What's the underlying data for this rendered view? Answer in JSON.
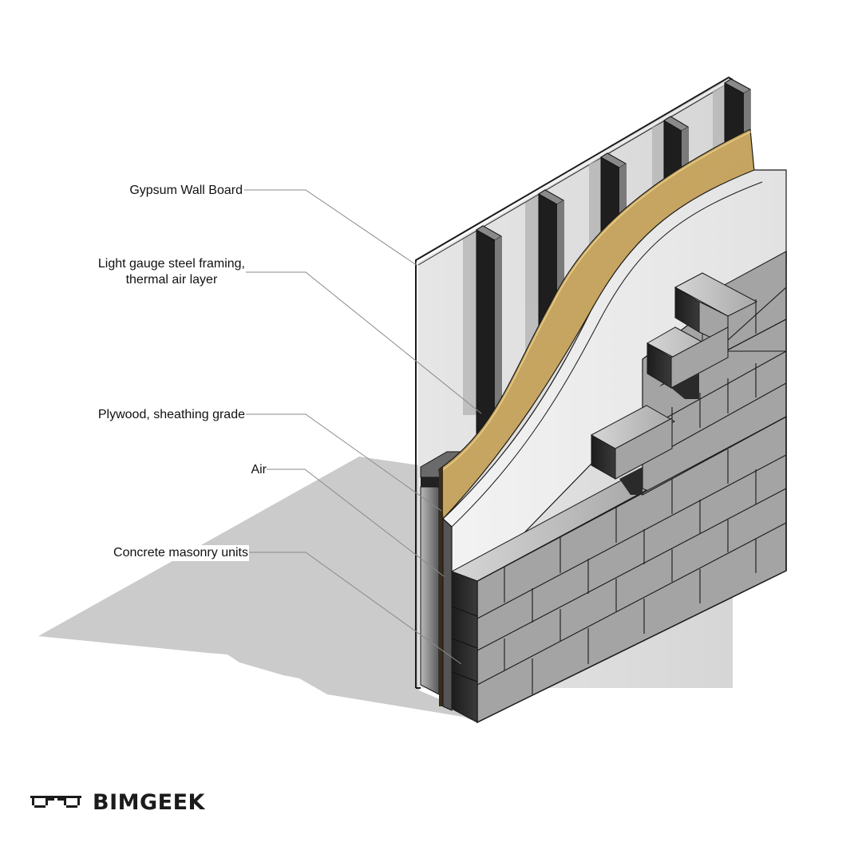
{
  "diagram": {
    "title": "Wall assembly exploded isometric",
    "layers": [
      {
        "key": "gypsum",
        "label": "Gypsum Wall Board",
        "color": "#e2e2e2"
      },
      {
        "key": "framing",
        "label_line1": "Light gauge steel framing,",
        "label_line2": "thermal air layer",
        "color": "#1e1e1e"
      },
      {
        "key": "plywood",
        "label": "Plywood, sheathing grade",
        "color": "#c9a865"
      },
      {
        "key": "air",
        "label": "Air",
        "color": "#efefef"
      },
      {
        "key": "cmu",
        "label": "Concrete masonry units",
        "color": "#a4a4a4"
      }
    ],
    "colors": {
      "shadow": "#cbcbcb",
      "leader": "#8a8a8a",
      "block_face": "#a4a4a4",
      "block_top": "#c4c4c4",
      "block_end": "#2e2e2e",
      "outline": "#1a1a1a"
    }
  },
  "brand": {
    "name": "BIMGEEK",
    "logo_icon": "glasses-icon"
  }
}
